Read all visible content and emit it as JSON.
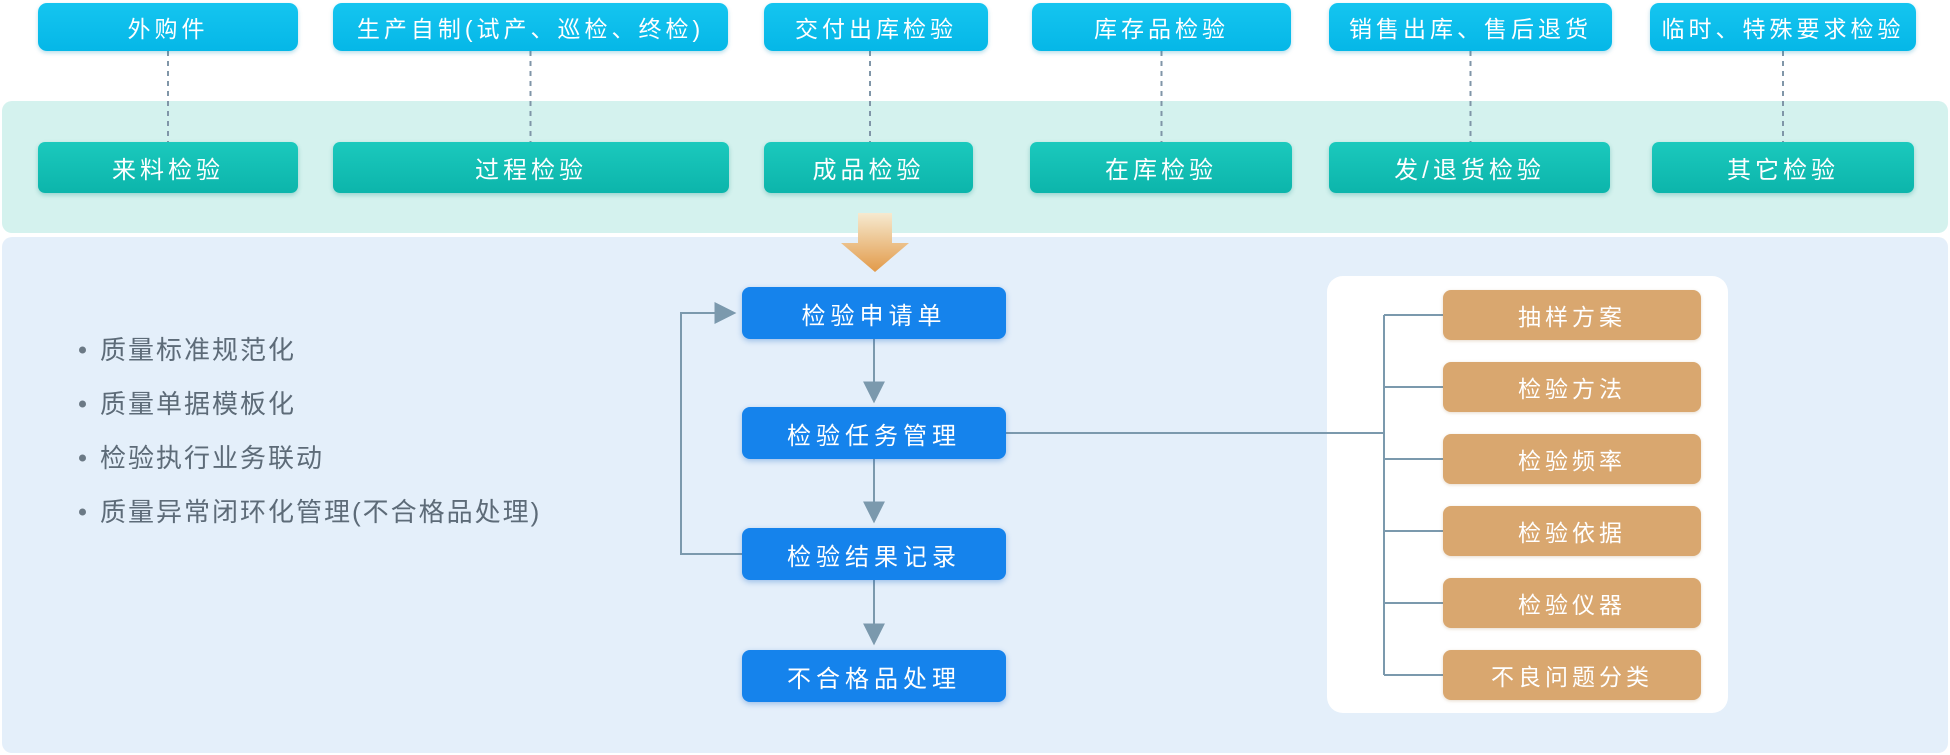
{
  "diagram": {
    "description": "quality-inspection-process-diagram"
  },
  "top_sources": [
    "外购件",
    "生产自制(试产、巡检、终检)",
    "交付出库检验",
    "库存品检验",
    "销售出库、售后退货",
    "临时、特殊要求检验"
  ],
  "inspection_types": [
    "来料检验",
    "过程检验",
    "成品检验",
    "在库检验",
    "发/退货检验",
    "其它检验"
  ],
  "capability_bullets": [
    "质量标准规范化",
    "质量单据模板化",
    "检验执行业务联动",
    "质量异常闭环化管理(不合格品处理)"
  ],
  "process_steps": [
    "检验申请单",
    "检验任务管理",
    "检验结果记录",
    "不合格品处理"
  ],
  "config_items": [
    "抽样方案",
    "检验方法",
    "检验频率",
    "检验依据",
    "检验仪器",
    "不良问题分类"
  ],
  "colors": {
    "source_node": "#0cc0ee",
    "type_node": "#12c1b5",
    "type_band_bg": "#d4f2ee",
    "main_panel_bg": "#e4effa",
    "config_panel_bg": "#ffffff",
    "process_node": "#1583ec",
    "config_node": "#d9a76f",
    "connector_line": "#7b99ad",
    "dashed_line": "#8096a8",
    "bullet_text": "#5d6b78",
    "big_arrow_top": "#f6ead0",
    "big_arrow_bottom": "#e29a49"
  }
}
